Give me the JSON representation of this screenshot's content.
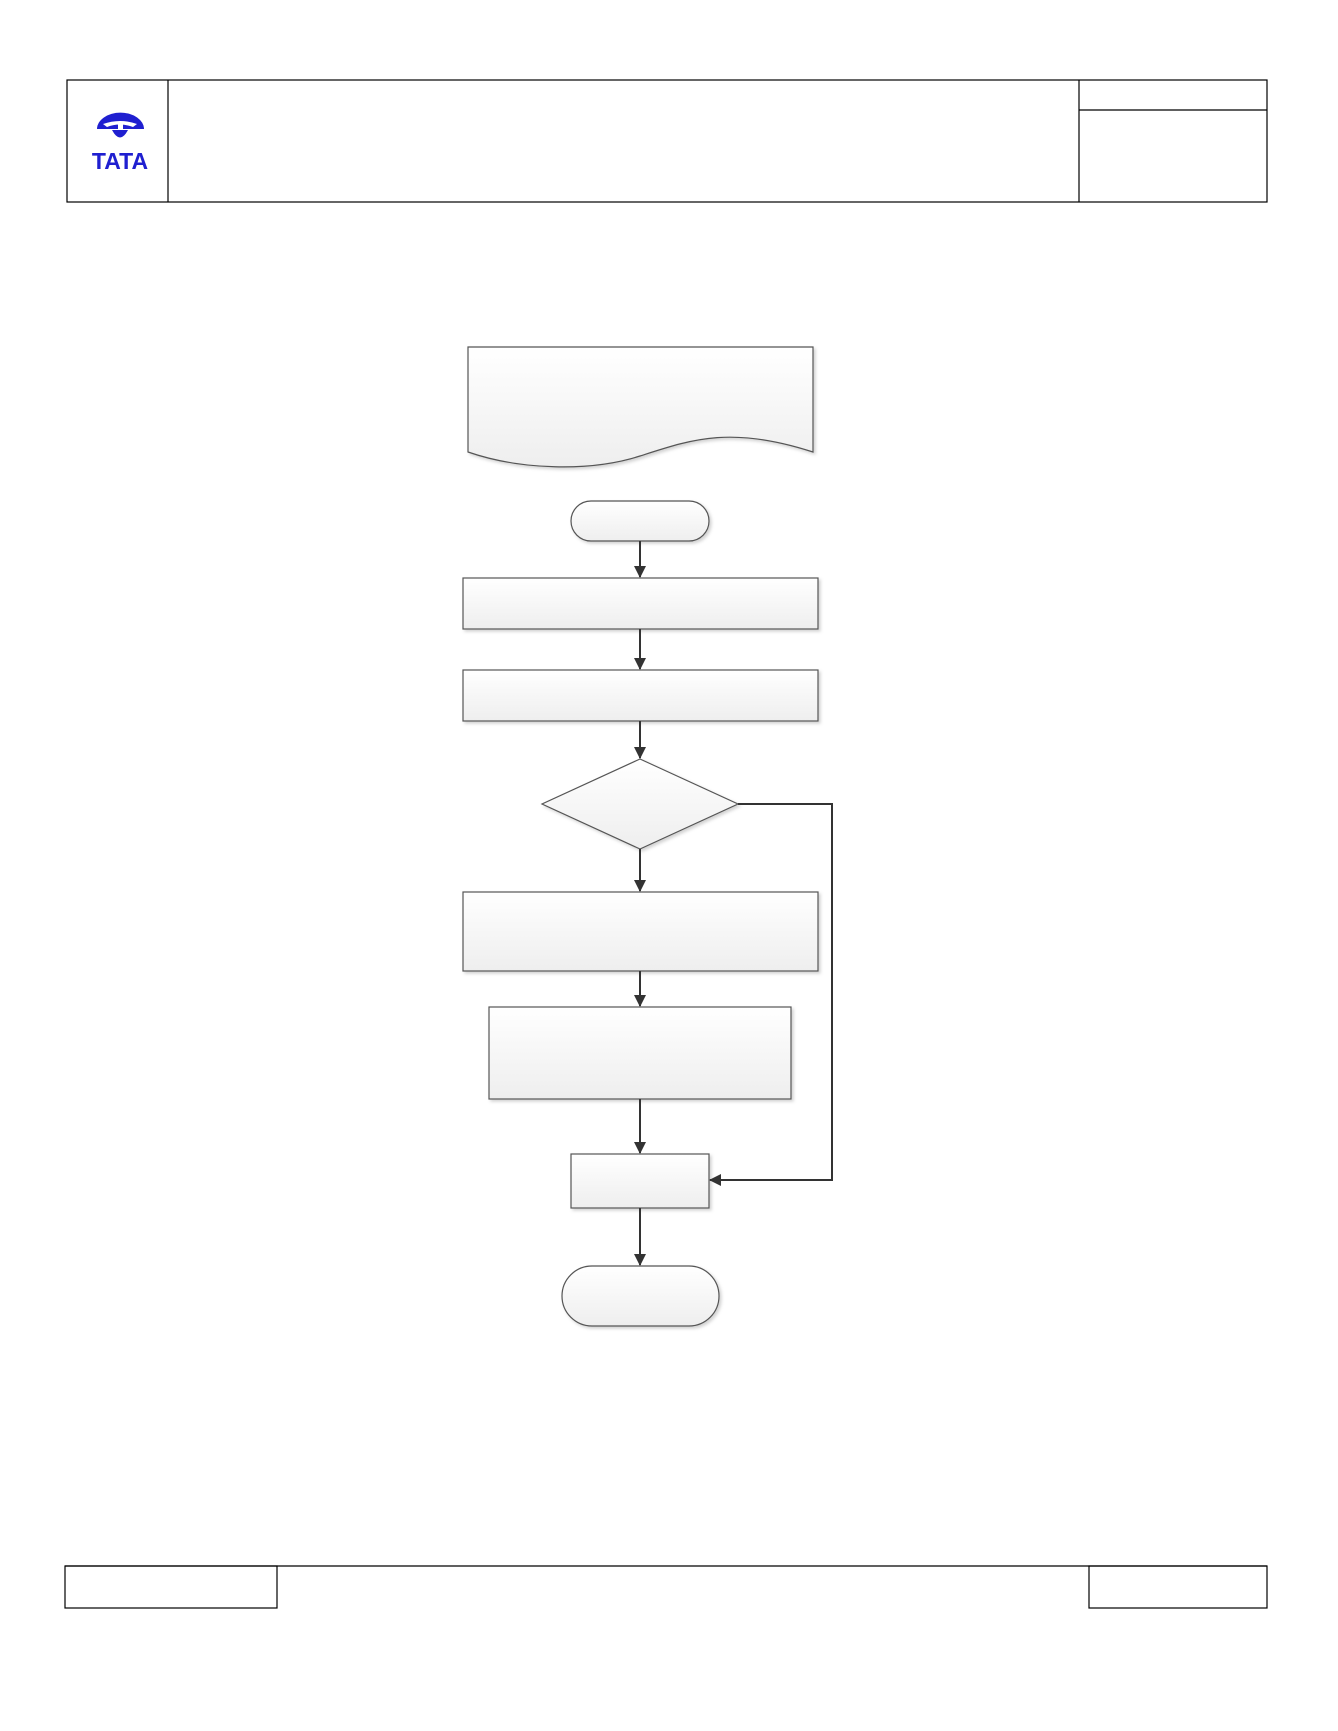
{
  "header": {
    "logo": {
      "icon": "tata-logo-icon",
      "text": "TATA",
      "color": "#1f1fd0"
    }
  },
  "flowchart": {
    "nodes": [
      {
        "id": "document",
        "shape": "document",
        "label": ""
      },
      {
        "id": "start",
        "shape": "terminator",
        "label": ""
      },
      {
        "id": "step1",
        "shape": "process",
        "label": ""
      },
      {
        "id": "step2",
        "shape": "process",
        "label": ""
      },
      {
        "id": "decision",
        "shape": "decision",
        "label": ""
      },
      {
        "id": "step3",
        "shape": "process",
        "label": ""
      },
      {
        "id": "step4",
        "shape": "process",
        "label": ""
      },
      {
        "id": "step5",
        "shape": "process",
        "label": ""
      },
      {
        "id": "end",
        "shape": "terminator",
        "label": ""
      }
    ],
    "edges": [
      {
        "from": "start",
        "to": "step1"
      },
      {
        "from": "step1",
        "to": "step2"
      },
      {
        "from": "step2",
        "to": "decision"
      },
      {
        "from": "decision",
        "to": "step3"
      },
      {
        "from": "step3",
        "to": "step4"
      },
      {
        "from": "step4",
        "to": "step5"
      },
      {
        "from": "decision",
        "to": "step5",
        "route": "right-bypass"
      },
      {
        "from": "step5",
        "to": "end"
      }
    ],
    "colors": {
      "stroke": "#555555",
      "fill_top": "#ffffff",
      "fill_bottom": "#eeeeee",
      "arrow": "#333333"
    }
  }
}
